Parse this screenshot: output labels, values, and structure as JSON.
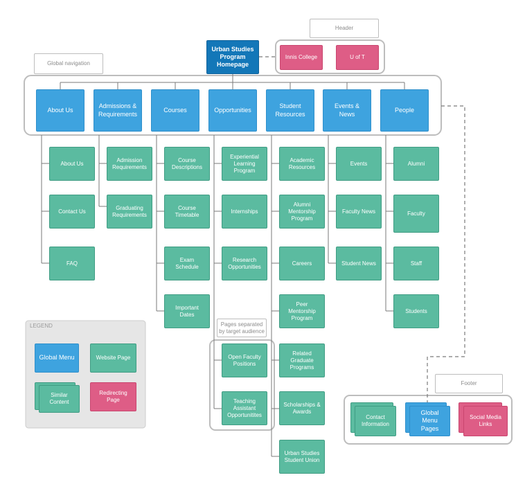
{
  "homepage": "Urban Studies Program Homepage",
  "header": {
    "label": "Header",
    "items": [
      "Innis College",
      "U of T"
    ]
  },
  "global_nav_label": "Global navigation",
  "columns": [
    {
      "title": "About Us",
      "children": [
        "About Us",
        "Contact Us",
        "FAQ"
      ]
    },
    {
      "title": "Admissions & Requirements",
      "children": [
        "Admission Requirements",
        "Graduating Requirements"
      ]
    },
    {
      "title": "Courses",
      "children": [
        "Course Descriptions",
        "Course Timetable",
        "Exam Schedule",
        "Important Dates"
      ]
    },
    {
      "title": "Opportunities",
      "children": [
        "Experiential Learning Program",
        "Internships",
        "Research Opportunities",
        "Open Faculty Positions",
        "Teaching Assistant Opportunitites"
      ]
    },
    {
      "title": "Student Resources",
      "children": [
        "Academic Resources",
        "Alumni Mentorship Program",
        "Careers",
        "Peer Mentorship Program",
        "Related Graduate Programs",
        "Scholarships & Awards",
        "Urban Studies Student Union"
      ]
    },
    {
      "title": "Events & News",
      "children": [
        "Events",
        "Faculty News",
        "Student News"
      ]
    },
    {
      "title": "People",
      "children": [
        "Alumni",
        "Faculty",
        "Staff",
        "Students"
      ]
    }
  ],
  "target_audience_label": "Pages separated by target audience",
  "footer": {
    "label": "Footer",
    "items": [
      "Contact Information",
      "Global Menu Pages",
      "Social Media Links"
    ]
  },
  "legend": {
    "title": "LEGEND",
    "items": [
      "Global Menu",
      "Website Page",
      "Similar Content",
      "Redirecting Page"
    ]
  },
  "colors": {
    "global_menu": "#3ea3df",
    "website_page": "#5bbba0",
    "redirecting_page": "#de5d86",
    "homepage": "#1377b8",
    "connector": "#7a7a7a",
    "group_border": "#bdbdbd"
  }
}
